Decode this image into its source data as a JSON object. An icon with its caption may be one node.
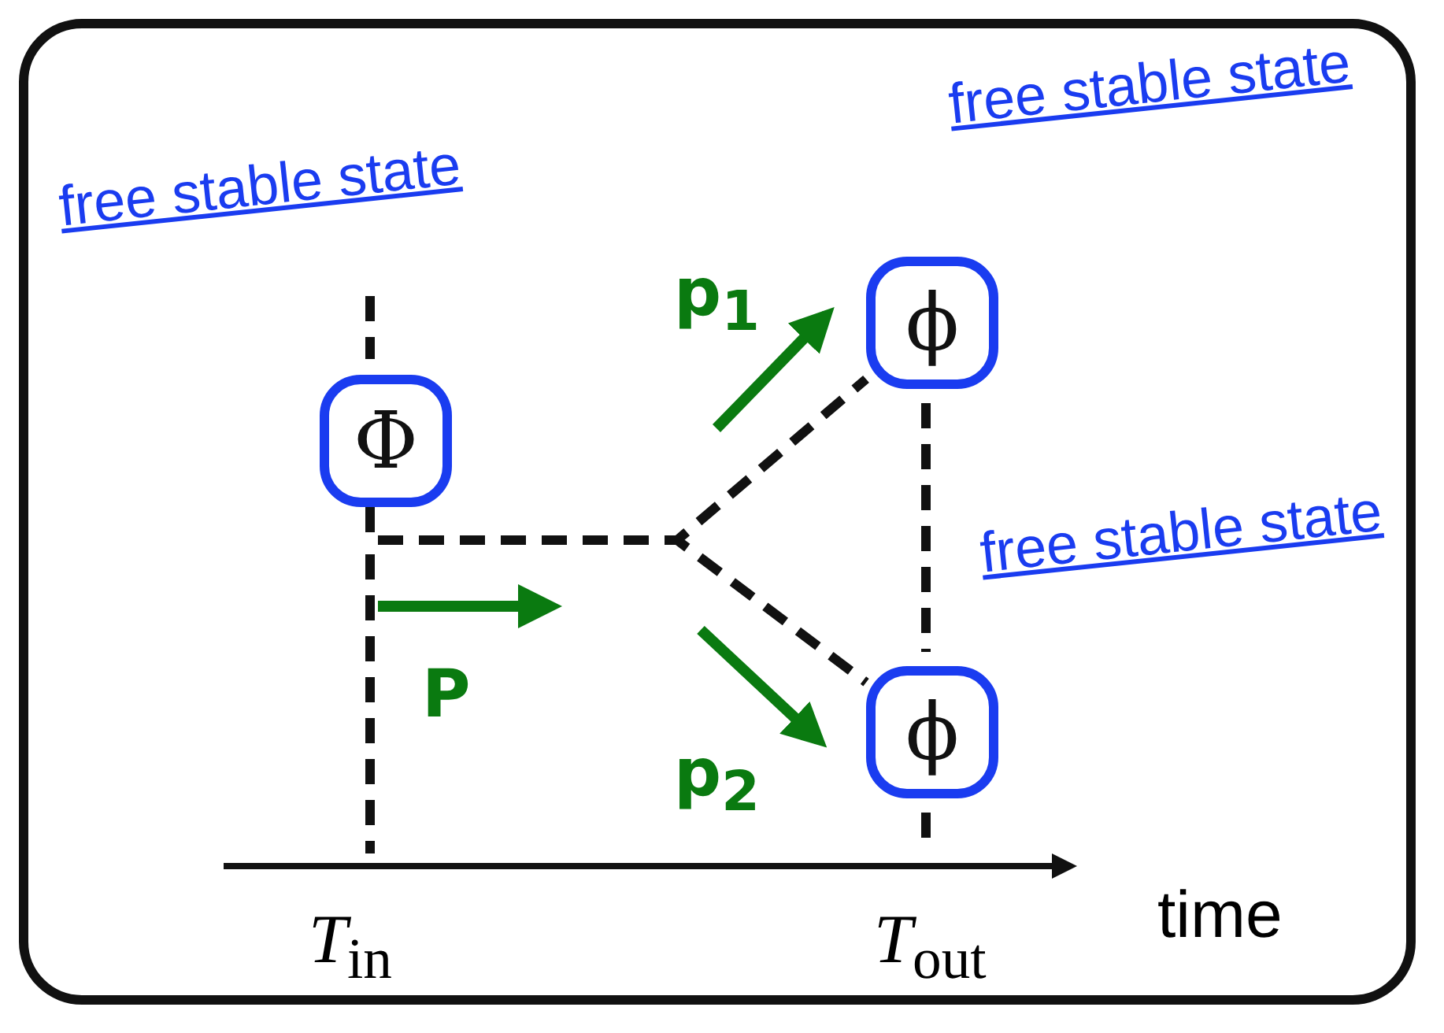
{
  "diagram": {
    "nodes": [
      {
        "text": [
          "Φ"
        ],
        "beside": [
          "free stable state"
        ]
      },
      {
        "text": [
          "ϕ"
        ],
        "beside": [
          "free stable state"
        ]
      },
      {
        "text": [
          "ϕ"
        ],
        "beside": [
          "free stable state"
        ]
      }
    ],
    "edges": [
      {
        "from": 0,
        "to": 1,
        "arrow": "none",
        "style": "dashed"
      },
      {
        "from": 0,
        "to": 2,
        "arrow": "none",
        "style": "dashed"
      }
    ],
    "labels": [
      "P",
      "p$_{1}$",
      "p$_{2}$",
      "*T*$_{in}$",
      "*T*$_{out}$",
      "time"
    ]
  }
}
